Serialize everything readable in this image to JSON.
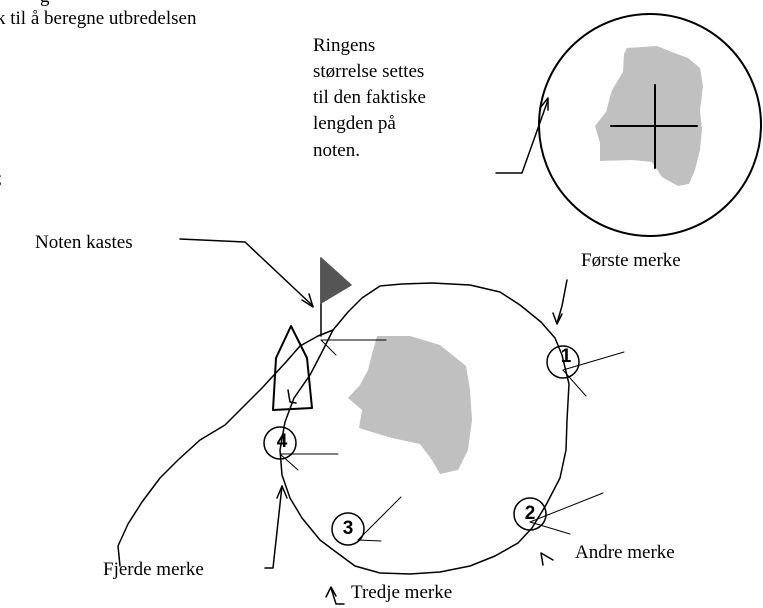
{
  "top_text": {
    "line1": "g",
    "line2": "k til å beregne utbredelsen"
  },
  "note_ring_text": {
    "line1": "Ringens",
    "line2": "størrelse settes",
    "line3": "til den faktiske",
    "line4": "lengden på",
    "line5": "noten."
  },
  "labels": {
    "net_cast": "Noten kastes",
    "first_mark": "Første merke",
    "second_mark": "Andre merke",
    "third_mark": "Tredje merke",
    "fourth_mark": "Fjerde merke",
    "side_fragment": ";"
  },
  "markers": [
    "1",
    "2",
    "3",
    "4"
  ],
  "colors": {
    "shoal": "#c0c0c0",
    "flag": "#555555",
    "line": "#000000"
  }
}
